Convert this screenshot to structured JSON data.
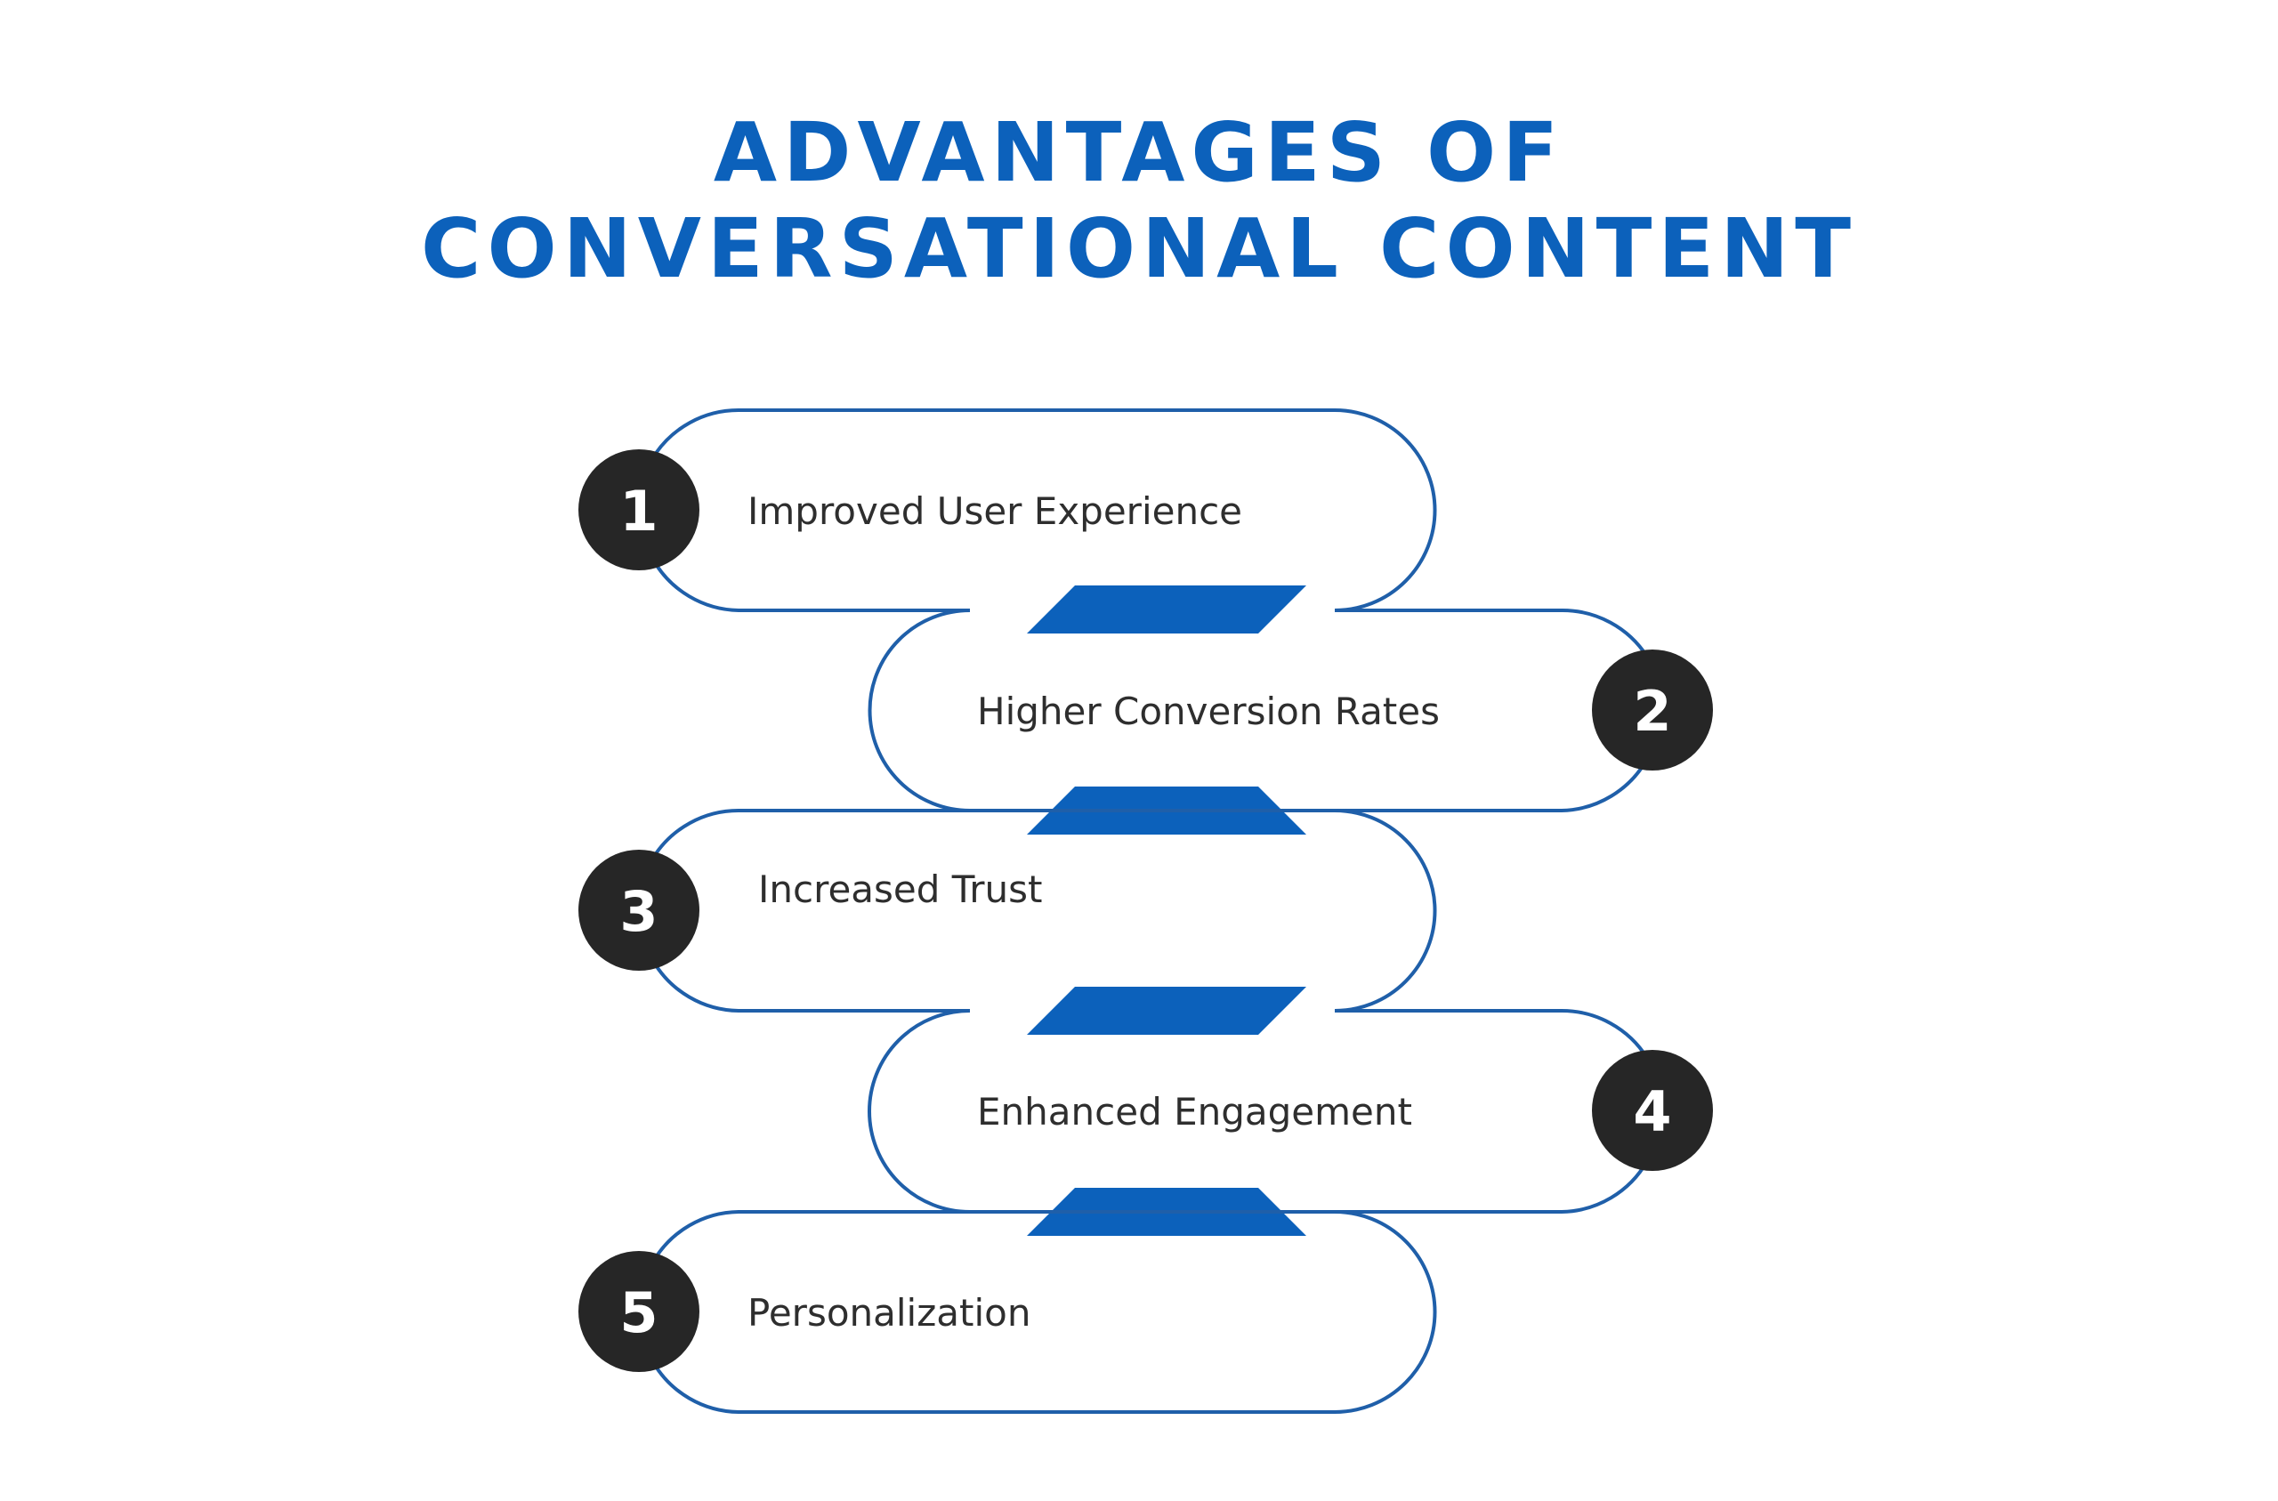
{
  "title": {
    "line1": "ADVANTAGES OF",
    "line2": "CONVERSATIONAL CONTENT"
  },
  "steps": [
    {
      "number": "1",
      "label": "Improved User Experience"
    },
    {
      "number": "2",
      "label": "Higher Conversion Rates"
    },
    {
      "number": "3",
      "label": "Increased Trust"
    },
    {
      "number": "4",
      "label": "Enhanced Engagement"
    },
    {
      "number": "5",
      "label": "Personalization"
    }
  ],
  "colors": {
    "title": "#0c61bb",
    "outline": "#1f5fa9",
    "connector": "#0c61bb",
    "badge": "#262626",
    "label": "#2e2e2e"
  }
}
